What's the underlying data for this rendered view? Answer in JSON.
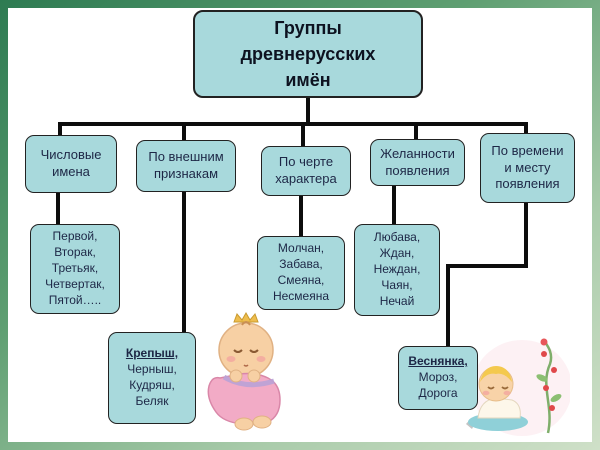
{
  "title": {
    "text": "Группы\nдревнерусских\nимён"
  },
  "tree": {
    "branches": [
      {
        "label": "Числовые\nимена",
        "highlight": "",
        "names": "Первой,\nВторак,\nТретьяк,\nЧетвертак,\nПятой….."
      },
      {
        "label": "По внешним\nпризнакам",
        "highlight": "Крепыш,",
        "names": "Черныш,\nКудряш,\nБеляк"
      },
      {
        "label": "По черте\nхарактера",
        "highlight": "",
        "names": "Молчан,\nЗабава,\nСмеяна,\nНесмеяна"
      },
      {
        "label": "Желанности\nпоявления",
        "highlight": "",
        "names": "Любава,\nЖдан,\nНеждан,\nЧаян,\nНечай"
      },
      {
        "label": "По времени\nи месту\nпоявления",
        "highlight": "Веснянка,",
        "names": "Мороз,\nДорога"
      }
    ]
  },
  "illustrations": [
    {
      "name": "baby-with-crown-in-pink-blanket"
    },
    {
      "name": "baby-with-berry-plant"
    }
  ],
  "colors": {
    "box_fill": "#a8d9dc",
    "box_border": "#222222",
    "text": "#1d2746",
    "connector": "#0d0d0d",
    "frame_dark": "#2e7b52",
    "frame_light": "#cfe0c8"
  }
}
